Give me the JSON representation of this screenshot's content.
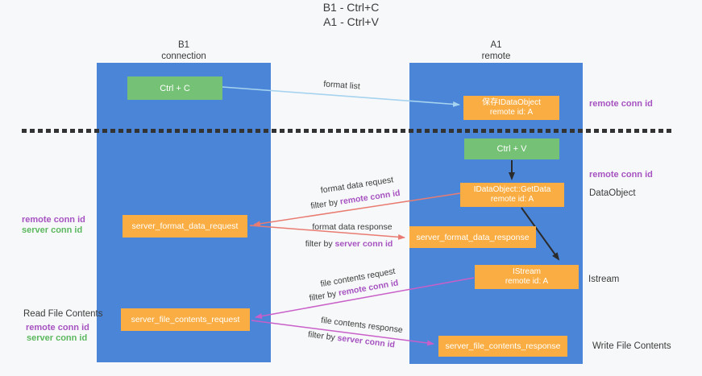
{
  "colors": {
    "background": "#f7f8f9",
    "column_blue": "#4a85d8",
    "box_green": "#75c175",
    "box_orange": "#f9ad42",
    "text_dark": "#3b3b3b",
    "purple": "#a653c1",
    "green_text": "#5cb85f",
    "arrow_salmon": "#e97c72",
    "arrow_magenta": "#c95fc9",
    "arrow_blue": "#a6d3ef",
    "arrow_black": "#2b2b2b",
    "dashed_line": "#333333"
  },
  "title": {
    "line1": "B1 - Ctrl+C",
    "line2": "A1 - Ctrl+V"
  },
  "left_column": {
    "header_line1": "B1",
    "header_line2": "connection"
  },
  "right_column": {
    "header_line1": "A1",
    "header_line2": "remote"
  },
  "boxes": {
    "ctrl_c": {
      "label": "Ctrl + C"
    },
    "ctrl_v": {
      "label": "Ctrl + V"
    },
    "save_idataobject": {
      "line1": "保存IDataObject",
      "line2": "remote id: A"
    },
    "idataobject_getdata": {
      "line1": "IDataObject::GetData",
      "line2": "remote id: A"
    },
    "istream": {
      "line1": "IStream",
      "line2": "remote id: A"
    },
    "server_format_data_request": {
      "label": "server_format_data_request"
    },
    "server_format_data_response": {
      "label": "server_format_data_response"
    },
    "server_file_contents_request": {
      "label": "server_file_contents_request"
    },
    "server_file_contents_response": {
      "label": "server_file_contents_response"
    }
  },
  "side_labels": {
    "top_right_remote_conn_id": "remote conn id",
    "mid_right_remote_conn_id": "remote conn id",
    "dataobject": "DataObject",
    "istream": "Istream",
    "write_file_contents": "Write File Contents",
    "read_file_contents": "Read File Contents",
    "left_fmt_remote_conn_id": "remote conn id",
    "left_fmt_server_conn_id": "server conn id",
    "left_file_remote_conn_id": "remote conn id",
    "left_file_server_conn_id": "server conn id"
  },
  "arrow_labels": {
    "format_list": "format list",
    "format_data_request": "format data request",
    "format_data_request_filter": {
      "prefix": "filter by ",
      "key": "remote conn id"
    },
    "format_data_response": "format data response",
    "format_data_response_filter": {
      "prefix": "filter by ",
      "key": "server conn id"
    },
    "file_contents_request": "file contents request",
    "file_contents_request_filter": {
      "prefix": "filter by ",
      "key": "remote conn id"
    },
    "file_contents_response": "file contents response",
    "file_contents_response_filter": {
      "prefix": "filter by ",
      "key": "server conn id"
    }
  }
}
